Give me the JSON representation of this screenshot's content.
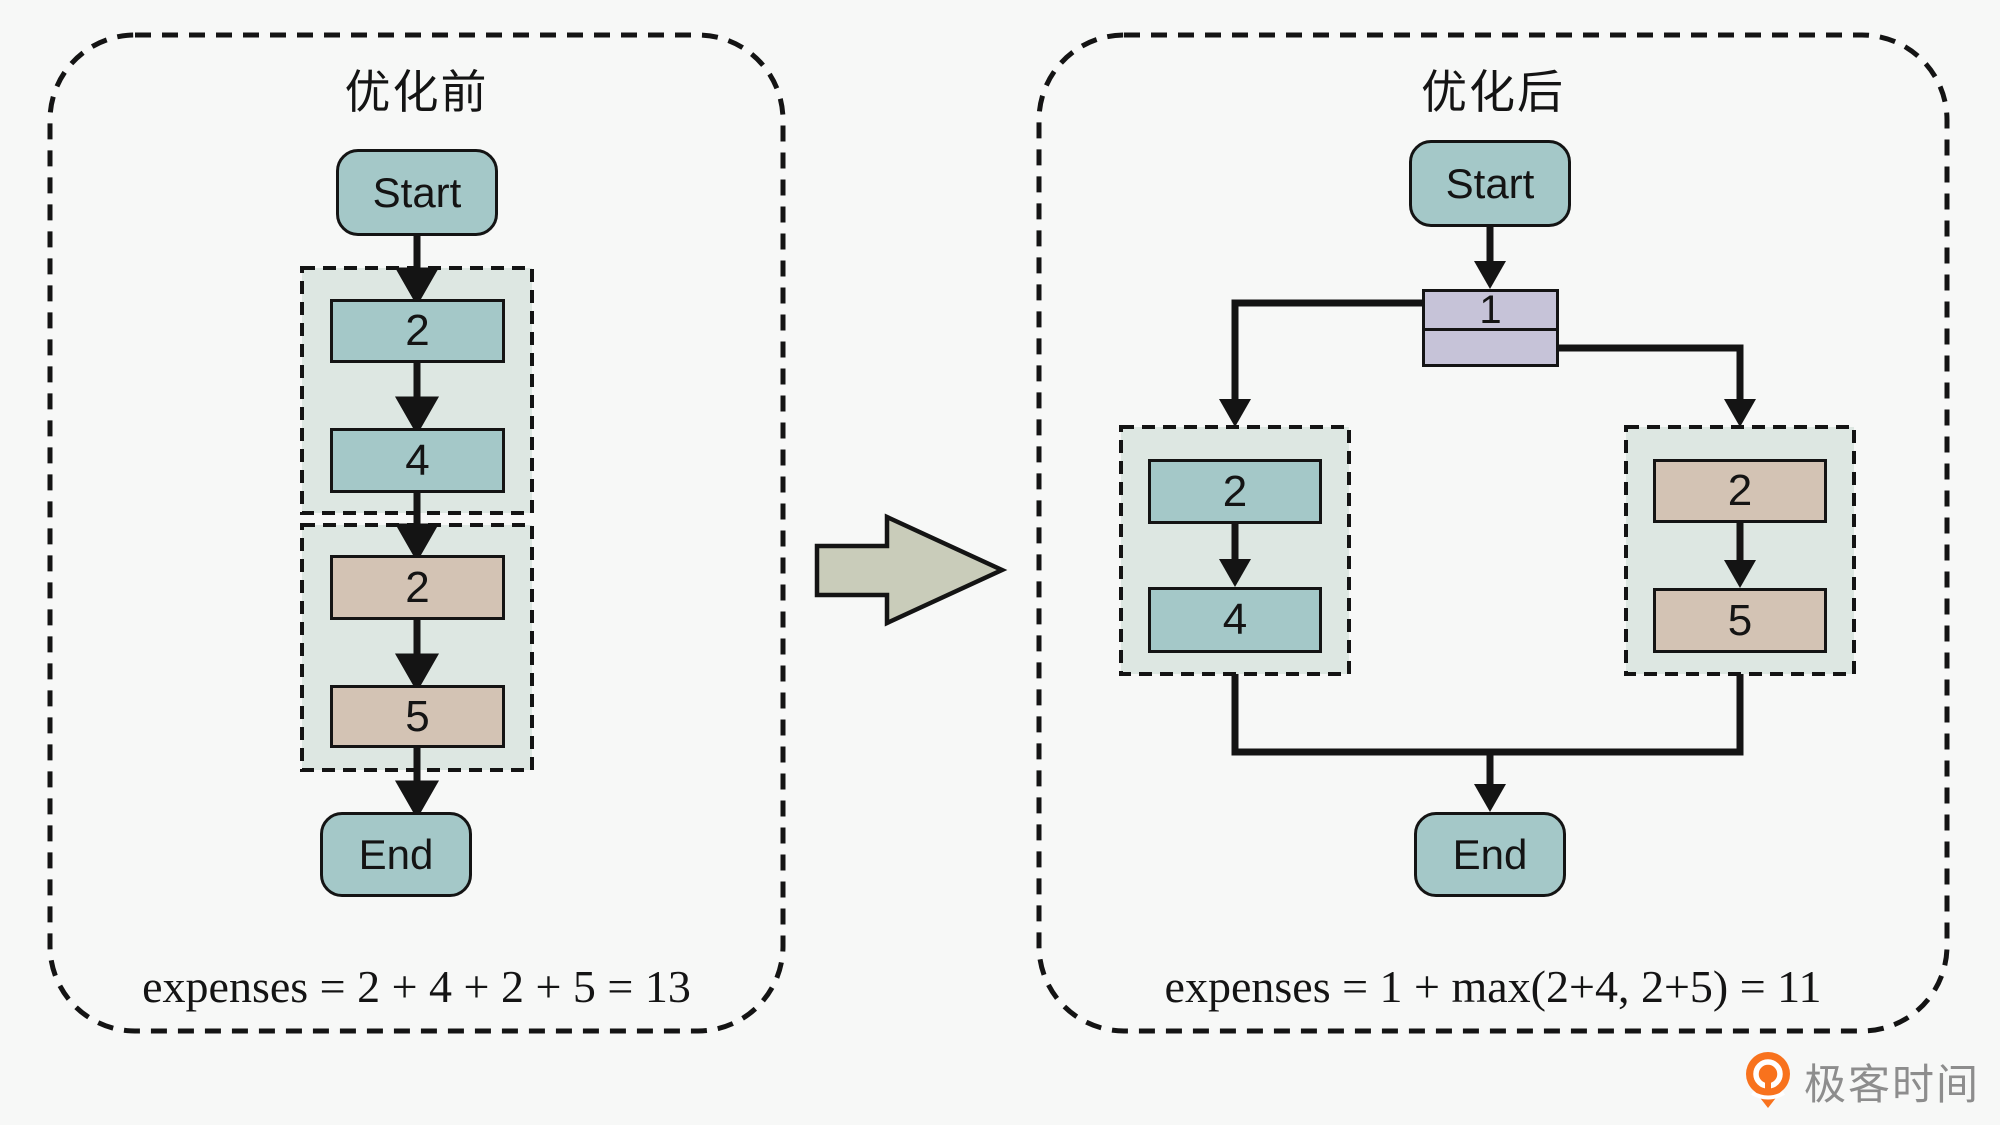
{
  "panels": {
    "before": {
      "title": "优化前",
      "start_label": "Start",
      "stage1": [
        "2",
        "4"
      ],
      "stage2": [
        "2",
        "5"
      ],
      "end_label": "End",
      "formula": "expenses = 2 + 4 + 2 + 5 = 13"
    },
    "after": {
      "title": "优化后",
      "start_label": "Start",
      "fork_label": "1",
      "branch_left": [
        "2",
        "4"
      ],
      "branch_right": [
        "2",
        "5"
      ],
      "end_label": "End",
      "formula": "expenses = 1 + max(2+4, 2+5) = 11"
    }
  },
  "logo": {
    "text": "极客时间",
    "icon": "geektime-pin-icon"
  },
  "colors": {
    "background": "#f7f8f7",
    "teal": "#a4c8c8",
    "tan": "#d3c3b4",
    "purple": "#c6c3d8",
    "group_bg": "#dde7e2",
    "arrow_fill": "#c9ccba",
    "line": "#141414",
    "logo_orange": "#f8721d",
    "logo_gray": "#8d8d8d"
  }
}
